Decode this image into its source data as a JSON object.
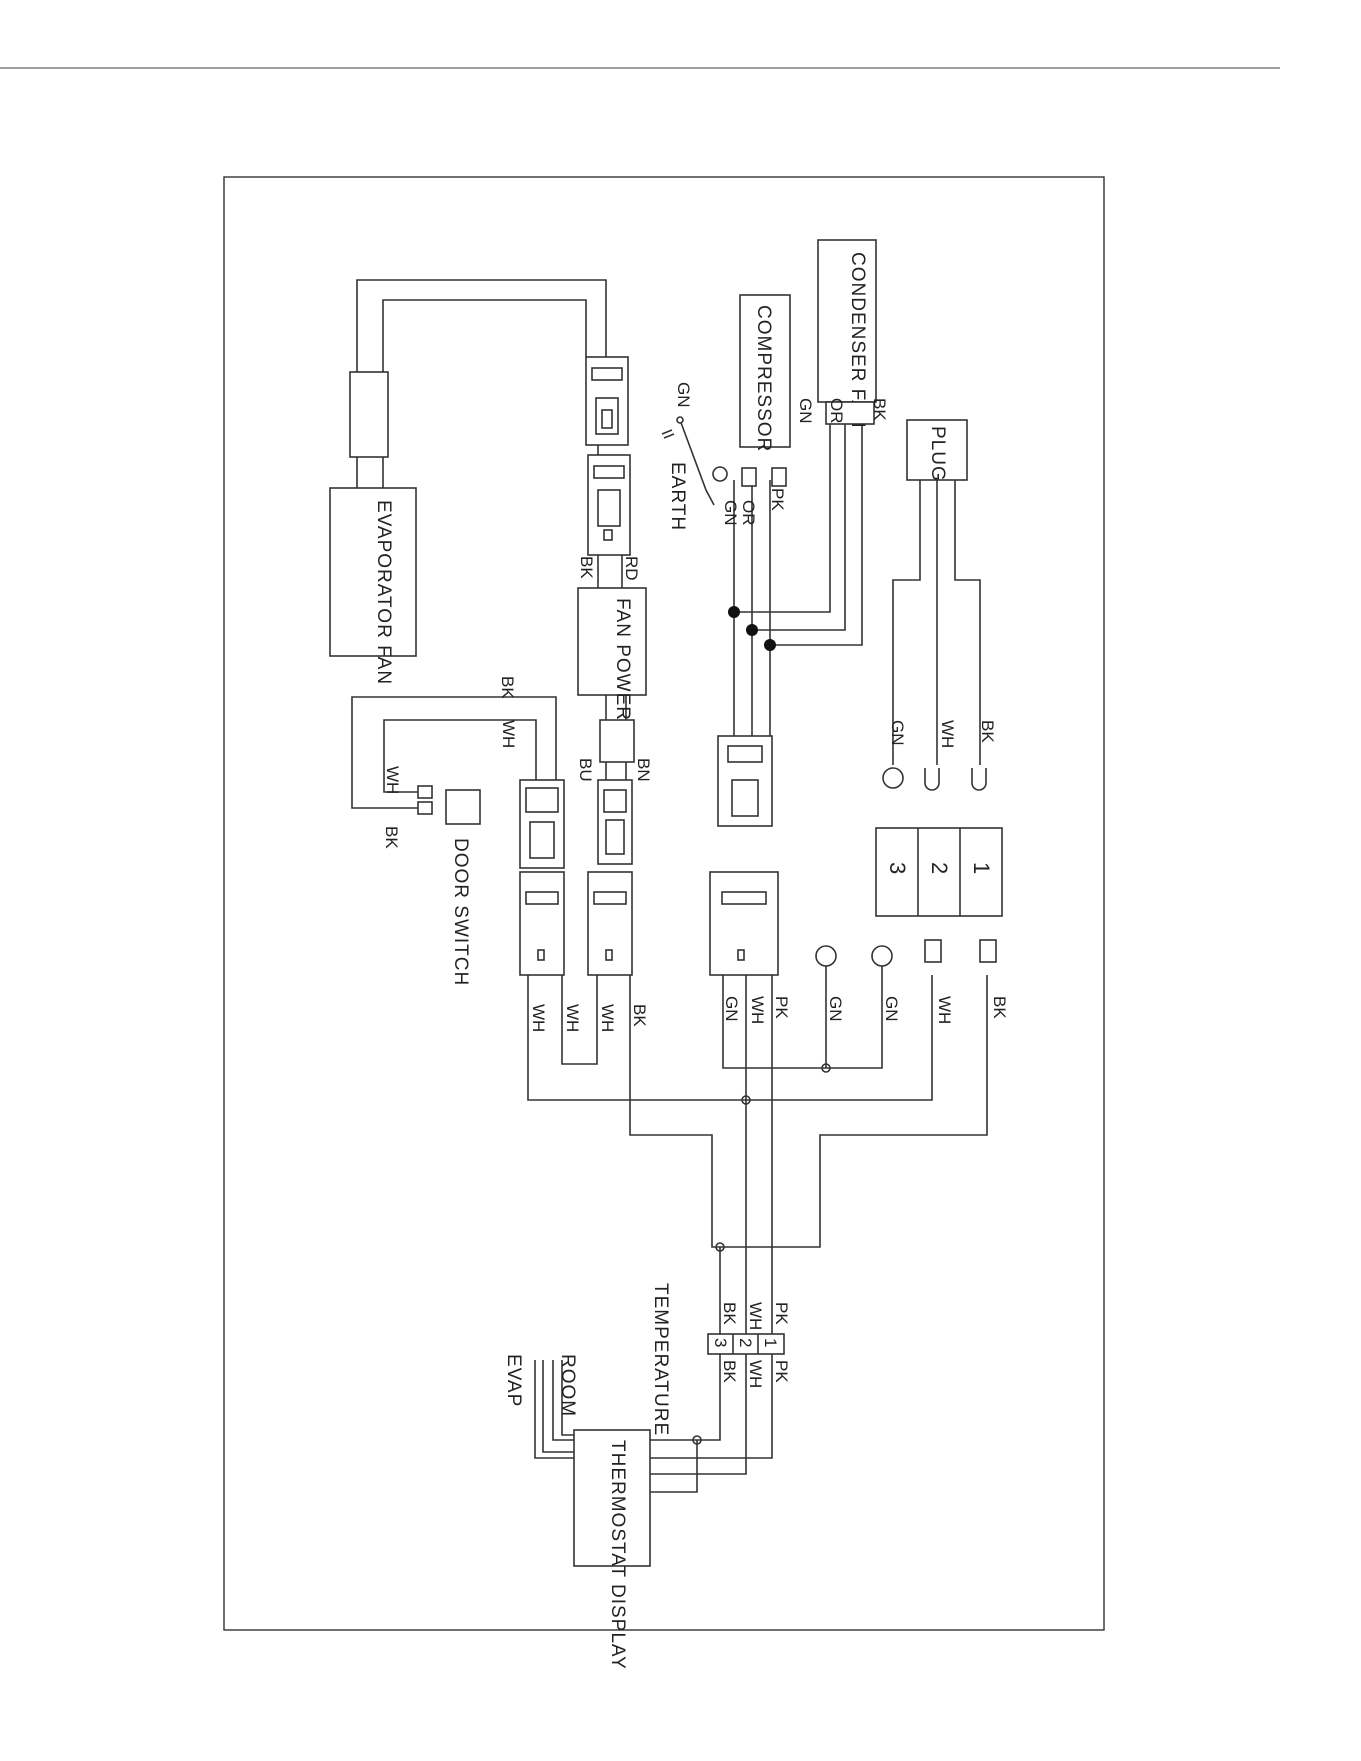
{
  "components": {
    "evaporator_fan": {
      "label": "EVAPORATOR FAN"
    },
    "fan_power": {
      "label": "FAN POWER"
    },
    "compressor": {
      "label": "COMPRESSOR"
    },
    "condenser_fan": {
      "label": "CONDENSER FAN"
    },
    "plug": {
      "label": "PLUG"
    },
    "door_switch": {
      "label": "DOOR SWITCH"
    },
    "thermostat_display": {
      "label": "THERMOSTAT DISPLAY"
    },
    "earth": {
      "label": "EARTH"
    },
    "temperature": {
      "label": "TEMPERATURE"
    },
    "room_sensor": {
      "label": "ROOM"
    },
    "evap_sensor": {
      "label": "EVAP"
    }
  },
  "pin_block": {
    "pins": [
      "1",
      "2",
      "3"
    ]
  },
  "thermostat_connector": {
    "pins": [
      "1",
      "2",
      "3"
    ]
  },
  "wire_colors": {
    "GN": "GN",
    "WH": "WH",
    "BK": "BK",
    "OR": "OR",
    "PK": "PK",
    "RD": "RD",
    "BN": "BN",
    "BU": "BU"
  },
  "colors": {
    "line": "#333333",
    "background": "#ffffff"
  }
}
